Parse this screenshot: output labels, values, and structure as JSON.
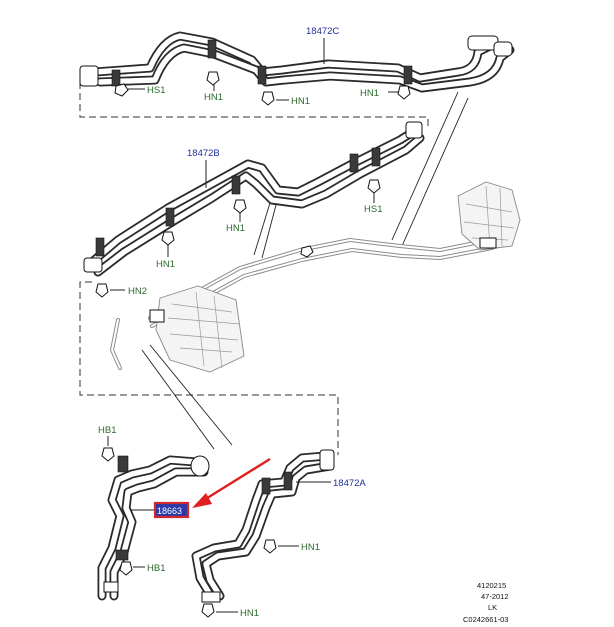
{
  "parts": {
    "hose_upper": "18472C",
    "hose_middle": "18472B",
    "hose_lower": "18472A",
    "hose_highlighted": "18663"
  },
  "fasteners": {
    "hs1_upper": "HS1",
    "hn1_upper_a": "HN1",
    "hn1_upper_b": "HN1",
    "hn1_upper_c": "HN1",
    "hs1_middle": "HS1",
    "hn1_middle_a": "HN1",
    "hn1_middle_b": "HN1",
    "hn2": "HN2",
    "hb1_top": "HB1",
    "hb1_bottom": "HB1",
    "hn1_lower_a": "HN1",
    "hn1_lower_b": "HN1"
  },
  "reference": {
    "line1": "4120215",
    "line2": "47-2012",
    "line3": "LK",
    "line4": "C0242661-03"
  },
  "colors": {
    "highlight_box": "#d6262e",
    "highlight_fill": "#2a3aa8",
    "arrow": "#e02020",
    "part_label": "#1f2f9a",
    "fastener_label": "#2d6b2d"
  }
}
